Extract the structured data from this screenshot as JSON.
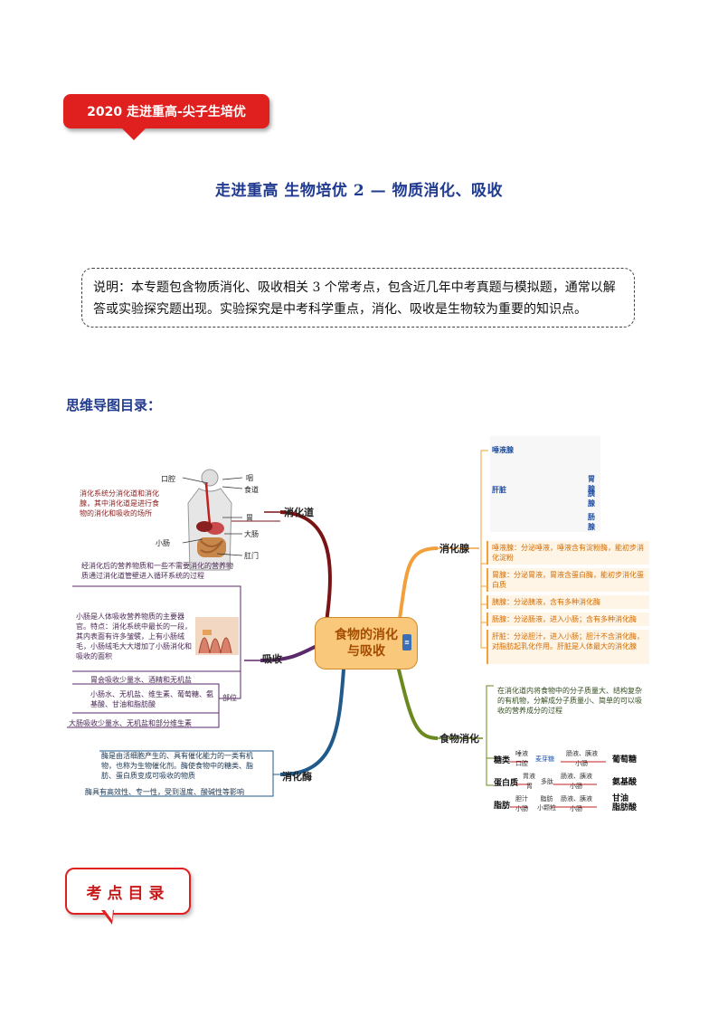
{
  "banner": {
    "text": "2020 走进重高-尖子生培优"
  },
  "title": "走进重高  生物培优 2  —  物质消化、吸收",
  "note": "说明：本专题包含物质消化、吸收相关 3 个常考点，包含近几年中考真题与模拟题，通常以解答或实验探究题出现。实验探究是中考科学重点，消化、吸收是生物较为重要的知识点。",
  "mindmap_heading": "思维导图目录：",
  "mindmap": {
    "center_line1": "食物的消化",
    "center_line2": "与吸收",
    "xiaohuadao": {
      "label": "消化道",
      "desc": "消化系统分消化道和消化腺，其中消化道是进行食物的消化和吸收的场所",
      "organs": {
        "kouqiang": "口腔",
        "yan": "咽",
        "shidao": "食道",
        "wei": "胃",
        "dachang": "大肠",
        "xiaochang": "小肠",
        "gangmen": "肛门"
      }
    },
    "xishou": {
      "label": "吸收",
      "desc": "经消化后的营养物质和一些不需要消化的营养物质通过消化道管壁进入循环系统的过程",
      "xiaochang": "小肠是人体吸收营养物质的主要器官。特点：消化系统中最长的一段，其内表面有许多皱襞，上有小肠绒毛，小肠绒毛大大增加了小肠消化和吸收的面积",
      "buwei": "部位",
      "wei": "胃会吸收少量水、酒精和无机盐",
      "xiaochang2": "小肠水、无机盐、维生素、葡萄糖、氨基酸、甘油和脂肪酸",
      "dachang": "大肠吸收少量水、无机盐和部分维生素"
    },
    "xiaohuamei": {
      "label": "消化酶",
      "desc": "酶是由活细胞产生的、具有催化能力的一类有机物，也称为生物催化剂。酶使食物中的糖类、脂肪、蛋白质变成可吸收的物质",
      "feature": "酶具有高效性、专一性，受到温度、酸碱性等影响"
    },
    "xiaohuaxian": {
      "label": "消化腺",
      "diagram": {
        "tuoye": "唾液腺",
        "gan": "肝脏",
        "weixian": "胃腺",
        "yixian": "胰腺",
        "changxian": "肠腺"
      },
      "items": [
        "唾液腺：分泌唾液，唾液含有淀粉酶，能初步消化淀粉",
        "胃腺：分泌胃液，胃液含蛋白酶，能初步消化蛋白质",
        "胰腺：分泌胰液，含有多种消化酶",
        "肠腺：分泌肠液，进入小肠；含有多种消化酶",
        "肝脏：分泌胆汁，进入小肠；胆汁不含消化酶，对脂肪起乳化作用。肝脏是人体最大的消化腺"
      ]
    },
    "shiwuxiaohua": {
      "label": "食物消化",
      "desc": "在消化道内将食物中的分子质量大、结构复杂的有机物，分解成分子质量小、简单的可以吸收的营养成分的过程",
      "rows": [
        {
          "name": "糖类",
          "a_top": "唾液",
          "a_bot": "口腔",
          "mid": "麦芽糖",
          "b_top": "肠液、胰液",
          "b_bot": "小肠",
          "end": "葡萄糖"
        },
        {
          "name": "蛋白质",
          "a_top": "胃液",
          "a_bot": "胃",
          "mid": "多肽",
          "b_top": "肠液、胰液",
          "b_bot": "小肠",
          "end": "氨基酸"
        },
        {
          "name": "脂肪",
          "a_top": "胆汁",
          "a_bot": "小肠",
          "mid": "脂肪\n小颗粒",
          "b_top": "肠液、胰液",
          "b_bot": "小肠",
          "end": "甘油\n脂肪酸"
        }
      ]
    }
  },
  "kaodian": "考点目录",
  "colors": {
    "banner": "#e01f1f",
    "title": "#1f3a8f",
    "center_fill": "#f9c87a",
    "branch_red": "#7a1414",
    "branch_orange": "#f2a03c",
    "branch_purple": "#5b2a6b",
    "branch_blue": "#1f5a8a",
    "branch_green": "#6a8a1f"
  }
}
